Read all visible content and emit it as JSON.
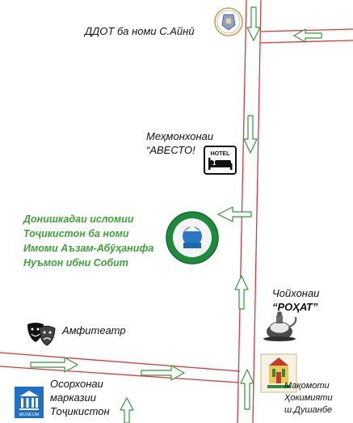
{
  "colors": {
    "road_edge": "#d9383f",
    "arrow_stroke": "#2e9a36",
    "arrow_fill": "#ffffff",
    "label_green": "#3fa23a",
    "museum_blue": "#1f6fc4"
  },
  "places": {
    "ddot": {
      "label": "ДДОТ ба номи С.Айнӣ",
      "icon": "university-emblem-icon"
    },
    "hotel": {
      "line1": "Меҳмонхонаи",
      "line2": "“АВЕСТО!",
      "icon": "hotel-bed-icon",
      "sign": "HOTEL"
    },
    "institute": {
      "lines": [
        "Донишкадаи исломии",
        "Тоҷикистон ба номи",
        "Имоми Аъзам-Абӯҳанифа",
        "Нуъмон ибни Собит"
      ],
      "icon": "institute-emblem-icon"
    },
    "teahouse": {
      "line1": "Чойхонаи",
      "line2": "“РОҲАТ”",
      "icon": "teapot-icon"
    },
    "amphitheatre": {
      "label": "Амфитеатр",
      "icon": "theatre-masks-icon"
    },
    "museum": {
      "lines": [
        "Осорхонаи",
        "марказии",
        "Тоҷикистон"
      ],
      "icon": "museum-icon",
      "badge": "MUSEUM"
    },
    "hukumat": {
      "lines": [
        "Мақомоти",
        "Ҳокимияти",
        "ш.Душанбе"
      ],
      "icon": "city-emblem-icon"
    }
  }
}
